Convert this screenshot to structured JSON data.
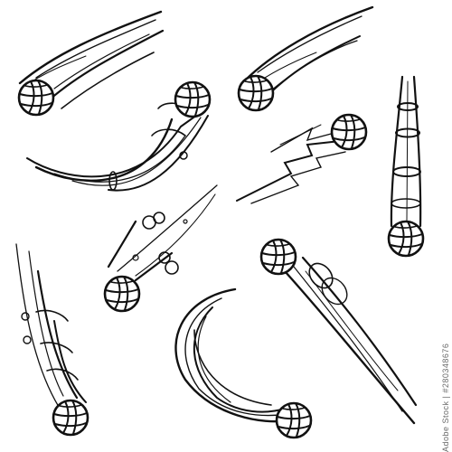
{
  "image": {
    "subject": "volleyball-motion-icons",
    "icon_count": 9,
    "ink_color": "#111111",
    "background": "#ffffff",
    "ball_fill": "#ffffff"
  },
  "stock_text": "Adobe Stock | #280348676",
  "icons": [
    {
      "name": "comet-ball-top-left",
      "style": "speed-streak"
    },
    {
      "name": "curved-tube-ball",
      "style": "curved-trail"
    },
    {
      "name": "comet-ball-top-center",
      "style": "speed-streak"
    },
    {
      "name": "vertical-falling-ball",
      "style": "segmented-tube"
    },
    {
      "name": "lightning-ball",
      "style": "zigzag-bolt"
    },
    {
      "name": "smoke-puff-ball",
      "style": "smoke-trail"
    },
    {
      "name": "falling-ball-left",
      "style": "curved-trail"
    },
    {
      "name": "sweep-ball-bottom",
      "style": "swoosh"
    },
    {
      "name": "comet-ball-bottom-right",
      "style": "speed-streak"
    }
  ]
}
